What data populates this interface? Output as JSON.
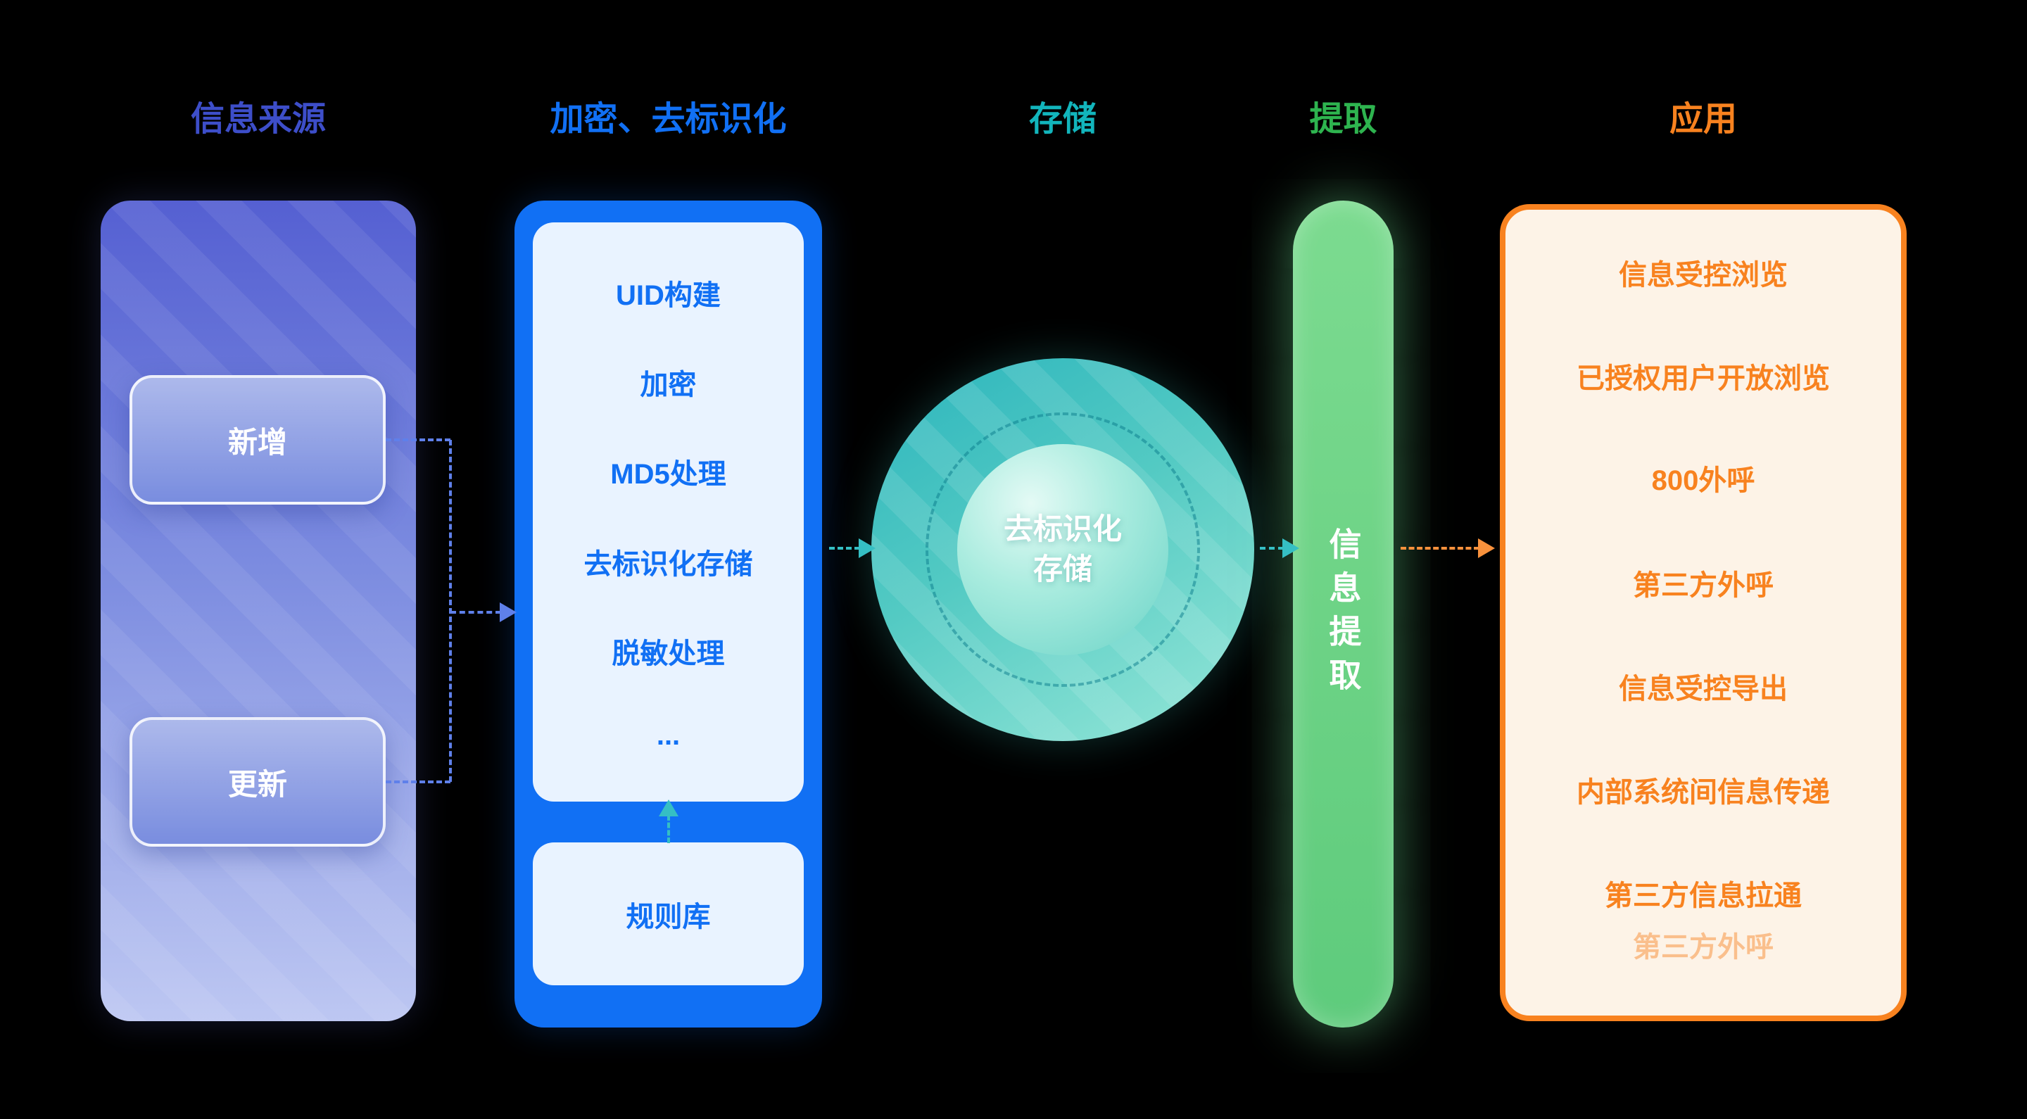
{
  "titles": {
    "source": "信息来源",
    "encrypt": "加密、去标识化",
    "storage": "存储",
    "extract": "提取",
    "apply": "应用"
  },
  "source": {
    "new_label": "新增",
    "update_label": "更新"
  },
  "encrypt": {
    "steps": [
      "UID构建",
      "加密",
      "MD5处理",
      "去标识化存储",
      "脱敏处理",
      "..."
    ],
    "rule_label": "规则库"
  },
  "storage": {
    "line1": "去标识化",
    "line2": "存储"
  },
  "extract": {
    "label": "信息提取"
  },
  "apply": {
    "items": [
      "信息受控浏览",
      "已授权用户开放浏览",
      "800外呼",
      "第三方外呼",
      "信息受控导出",
      "内部系统间信息传递",
      "第三方信息拉通",
      "第三方外呼"
    ]
  },
  "colors": {
    "source_title": "#3d4ec9",
    "encrypt_blue": "#1170f4",
    "storage_teal": "#12b5bc",
    "extract_green": "#2eb44f",
    "apply_orange": "#f8821f"
  }
}
